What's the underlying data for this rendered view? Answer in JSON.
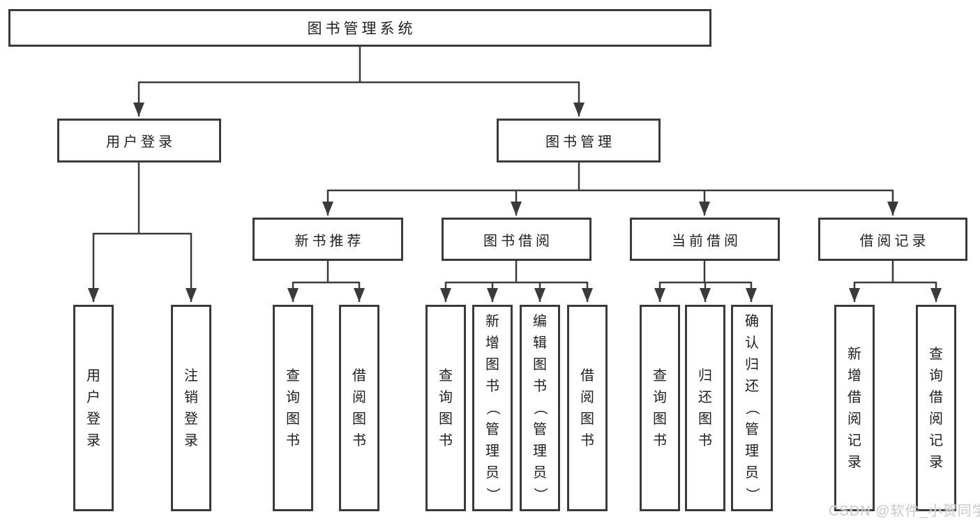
{
  "tree": {
    "root": {
      "label": "图书管理系统",
      "children": [
        {
          "label": "用户登录",
          "children": [
            {
              "label": "用户登录"
            },
            {
              "label": "注销登录"
            }
          ]
        },
        {
          "label": "图书管理",
          "children": [
            {
              "label": "新书推荐",
              "children": [
                {
                  "label": "查询图书"
                },
                {
                  "label": "借阅图书"
                }
              ]
            },
            {
              "label": "图书借阅",
              "children": [
                {
                  "label": "查询图书"
                },
                {
                  "label": "新增图书（管理员）"
                },
                {
                  "label": "编辑图书（管理员）"
                },
                {
                  "label": "借阅图书"
                }
              ]
            },
            {
              "label": "当前借阅",
              "children": [
                {
                  "label": "查询图书"
                },
                {
                  "label": "归还图书"
                },
                {
                  "label": "确认归还（管理员）"
                }
              ]
            },
            {
              "label": "借阅记录",
              "children": [
                {
                  "label": "新增借阅记录"
                },
                {
                  "label": "查询借阅记录"
                }
              ]
            }
          ]
        }
      ]
    }
  },
  "colors": {
    "line": "#3a3a3a",
    "text": "#1f1f1f",
    "background": "#ffffff",
    "watermark": "#c9c9c9"
  },
  "watermark": {
    "text": "CSDN @软件_小贺同学"
  }
}
